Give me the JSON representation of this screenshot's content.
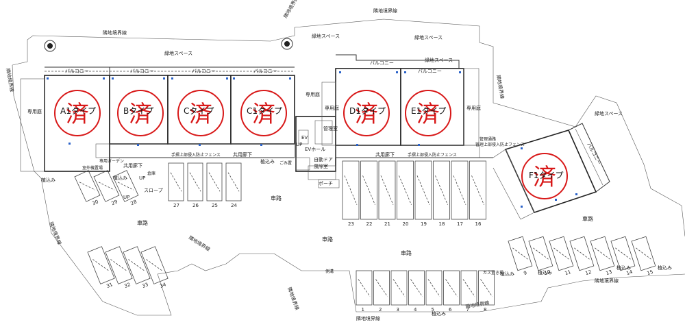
{
  "boundary_labels": {
    "top": "隣地境界線",
    "top_right": "隣地境界線",
    "left_upper": "隣地境界線",
    "left_lower": "隣地境界線",
    "bottom_left": "隣地境界線",
    "bottom_center": "隣地境界線",
    "bottom_center2": "隣地境界線",
    "bottom_right": "隣地境界線",
    "right_upper": "隣地境界線",
    "right_mid": "隣地境界線"
  },
  "green_space": {
    "a": "緑地スペース",
    "b": "緑地スペース",
    "c": "緑地スペース",
    "d": "緑地スペース",
    "e": "緑地スペース"
  },
  "units": [
    {
      "label": "A1タイプ",
      "stamp": "済"
    },
    {
      "label": "Bタイプ",
      "stamp": "済"
    },
    {
      "label": "Cタイプ",
      "stamp": "済"
    },
    {
      "label": "C1タイプ",
      "stamp": "済"
    },
    {
      "label": "D1タイプ",
      "stamp": "済"
    },
    {
      "label": "E1タイプ",
      "stamp": "済"
    },
    {
      "label": "F1タイプ",
      "stamp": "済"
    }
  ],
  "balcony": "バルコニー",
  "private_garden": "専用庭",
  "common_corridor": "共用廊下",
  "fence": "手摺上部侵入防止フェンス",
  "ev_hall": "EVホール",
  "ev": "EV",
  "up": "UP",
  "auto_door": "自動ドア",
  "windbreak": "風除室",
  "porch": "ポーチ",
  "management_room": "管理室",
  "trash": "ごみ置",
  "slope": "スロープ",
  "warehouse": "倉庫",
  "planting": "植込み",
  "road": "車路",
  "gutter": "側溝",
  "gas": "ガス置き場",
  "mgmt_passage": "管理通路",
  "mgmt_fence": "管理上部侵入防止フェンス",
  "private_area": "専用ガーデン",
  "outdoor_unit": "室外機置場",
  "parking_row_top": [
    "23",
    "22",
    "21",
    "20",
    "19",
    "18",
    "17",
    "16"
  ],
  "parking_row_bottom": [
    "1",
    "2",
    "3",
    "4",
    "5",
    "6",
    "7",
    "8"
  ],
  "parking_right": [
    "9",
    "10",
    "11",
    "12",
    "13",
    "14",
    "15"
  ],
  "parking_left_top": [
    "24",
    "25",
    "26",
    "27"
  ],
  "parking_left_mid": [
    "28",
    "29",
    "30"
  ],
  "parking_left_low": [
    "31",
    "32",
    "33",
    "34"
  ]
}
